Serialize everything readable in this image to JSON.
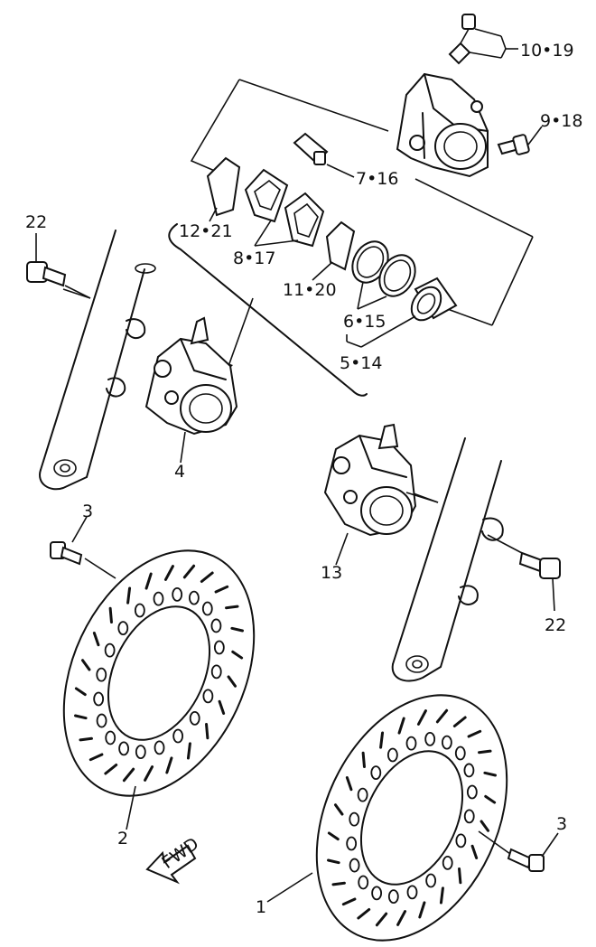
{
  "labels": {
    "p1": "1",
    "p2": "2",
    "p3a": "3",
    "p3b": "3",
    "p4": "4",
    "p5_14": "5•14",
    "p6_15": "6•15",
    "p7_16": "7•16",
    "p8_17": "8•17",
    "p9_18": "9•18",
    "p10_19": "10•19",
    "p11_20": "11•20",
    "p12_21": "12•21",
    "p13": "13",
    "p22a": "22",
    "p22b": "22",
    "fwd": "FWD"
  }
}
